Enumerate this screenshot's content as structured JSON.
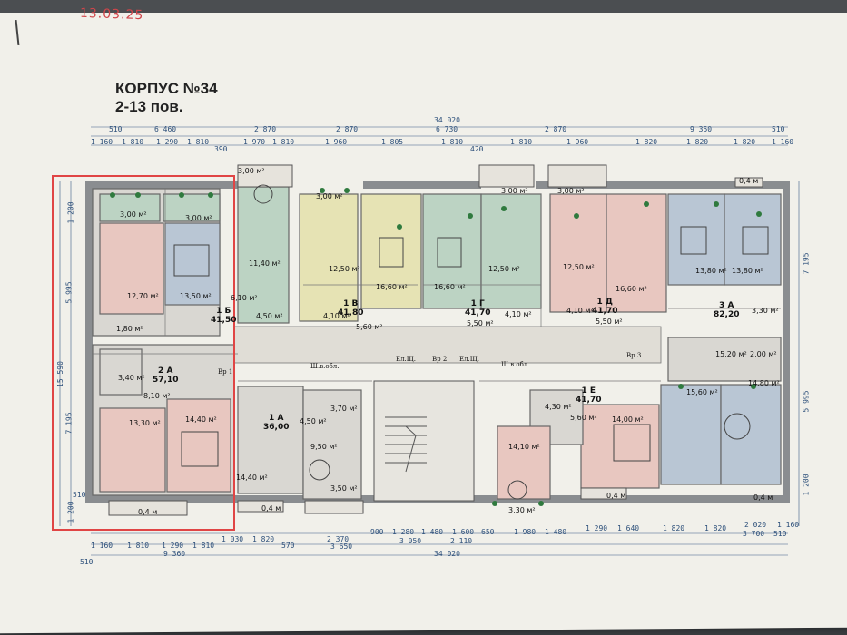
{
  "photo": {
    "handwritten_date": "13.03.25"
  },
  "header": {
    "title_line1": "КОРПУС №34",
    "title_line2": "2-13 пов."
  },
  "dimensions": {
    "top_total": "34 020",
    "top_row1": [
      "510",
      "6 460",
      "2 870",
      "2 870",
      "6 730",
      "2 870",
      "9 350",
      "510"
    ],
    "top_row2": [
      "1 160",
      "1 810",
      "1 290",
      "1 810",
      "390",
      "1 970",
      "1 810",
      "1 960",
      "1 805",
      "1 810",
      "420",
      "1 810",
      "1 960",
      "1 820",
      "1 820",
      "1 820",
      "1 160"
    ],
    "bottom_total": "34 020",
    "bottom_row1": [
      "1 160",
      "1 810",
      "1 290",
      "1 810",
      "1 030",
      "1 820",
      "570",
      "2 370",
      "900",
      "1 280",
      "1 480",
      "1 600",
      "650",
      "1 980",
      "1 480",
      "1 290",
      "1 640",
      "1 820",
      "1 820",
      "2 020",
      "1 160"
    ],
    "bottom_row2": [
      "510",
      "9 360",
      "3 650",
      "3 050",
      "2 110",
      "3 700",
      "510"
    ],
    "left": [
      "1 200",
      "5 995",
      "15 590",
      "7 195",
      "1 200",
      "510"
    ],
    "right": [
      "7 195",
      "5 995",
      "1 200"
    ]
  },
  "apartments": [
    {
      "id": "1 Б",
      "area": "41,50"
    },
    {
      "id": "2 А",
      "area": "57,10"
    },
    {
      "id": "1 А",
      "area": "36,00"
    },
    {
      "id": "1 В",
      "area": "41,80"
    },
    {
      "id": "1 Г",
      "area": "41,70"
    },
    {
      "id": "1 Д",
      "area": "41,70"
    },
    {
      "id": "3 А",
      "area": "82,20"
    },
    {
      "id": "1 Е",
      "area": "41,70"
    }
  ],
  "room_areas": [
    "3,00 м²",
    "3,00 м²",
    "3,00 м²",
    "12,70 м²",
    "13,50 м²",
    "11,40 м²",
    "6,10 м²",
    "4,50 м²",
    "1,80 м²",
    "3,00 м²",
    "12,50 м²",
    "16,60 м²",
    "4,10 м²",
    "5,60 м²",
    "16,60 м²",
    "12,50 м²",
    "5,50 м²",
    "4,10 м²",
    "3,00 м²",
    "12,50 м²",
    "16,60 м²",
    "4,10 м²",
    "5,50 м²",
    "3,00 м²",
    "13,80 м²",
    "13,80 м²",
    "3,30 м²",
    "15,20 м²",
    "2,00 м²",
    "3,40 м²",
    "8,10 м²",
    "13,30 м²",
    "14,40 м²",
    "4,50 м²",
    "3,70 м²",
    "9,50 м²",
    "3,50 м²",
    "14,40 м²",
    "4,30 м²",
    "5,60 м²",
    "14,00 м²",
    "14,10 м²",
    "3,30 м²",
    "15,60 м²",
    "14,80 м²"
  ],
  "balcony_labels": [
    "0,4 м",
    "0,4 м",
    "0,4 м",
    "0,4 м",
    "0,4 м"
  ],
  "corridor_labels": [
    "Вр 1",
    "Вр 2",
    "Вр 3",
    "Ел.Щ.",
    "Ел.Щ.",
    "Ш.в.обл.",
    "Ш.в.обл."
  ],
  "colors": {
    "highlight": "#e04545",
    "apt_pink": "#e8c7c0",
    "apt_blue": "#b9c6d4",
    "apt_green": "#bcd3c3",
    "apt_yellow": "#e6e3b4",
    "wall": "#8a8d90",
    "dimension_text": "#2c4f7a"
  }
}
